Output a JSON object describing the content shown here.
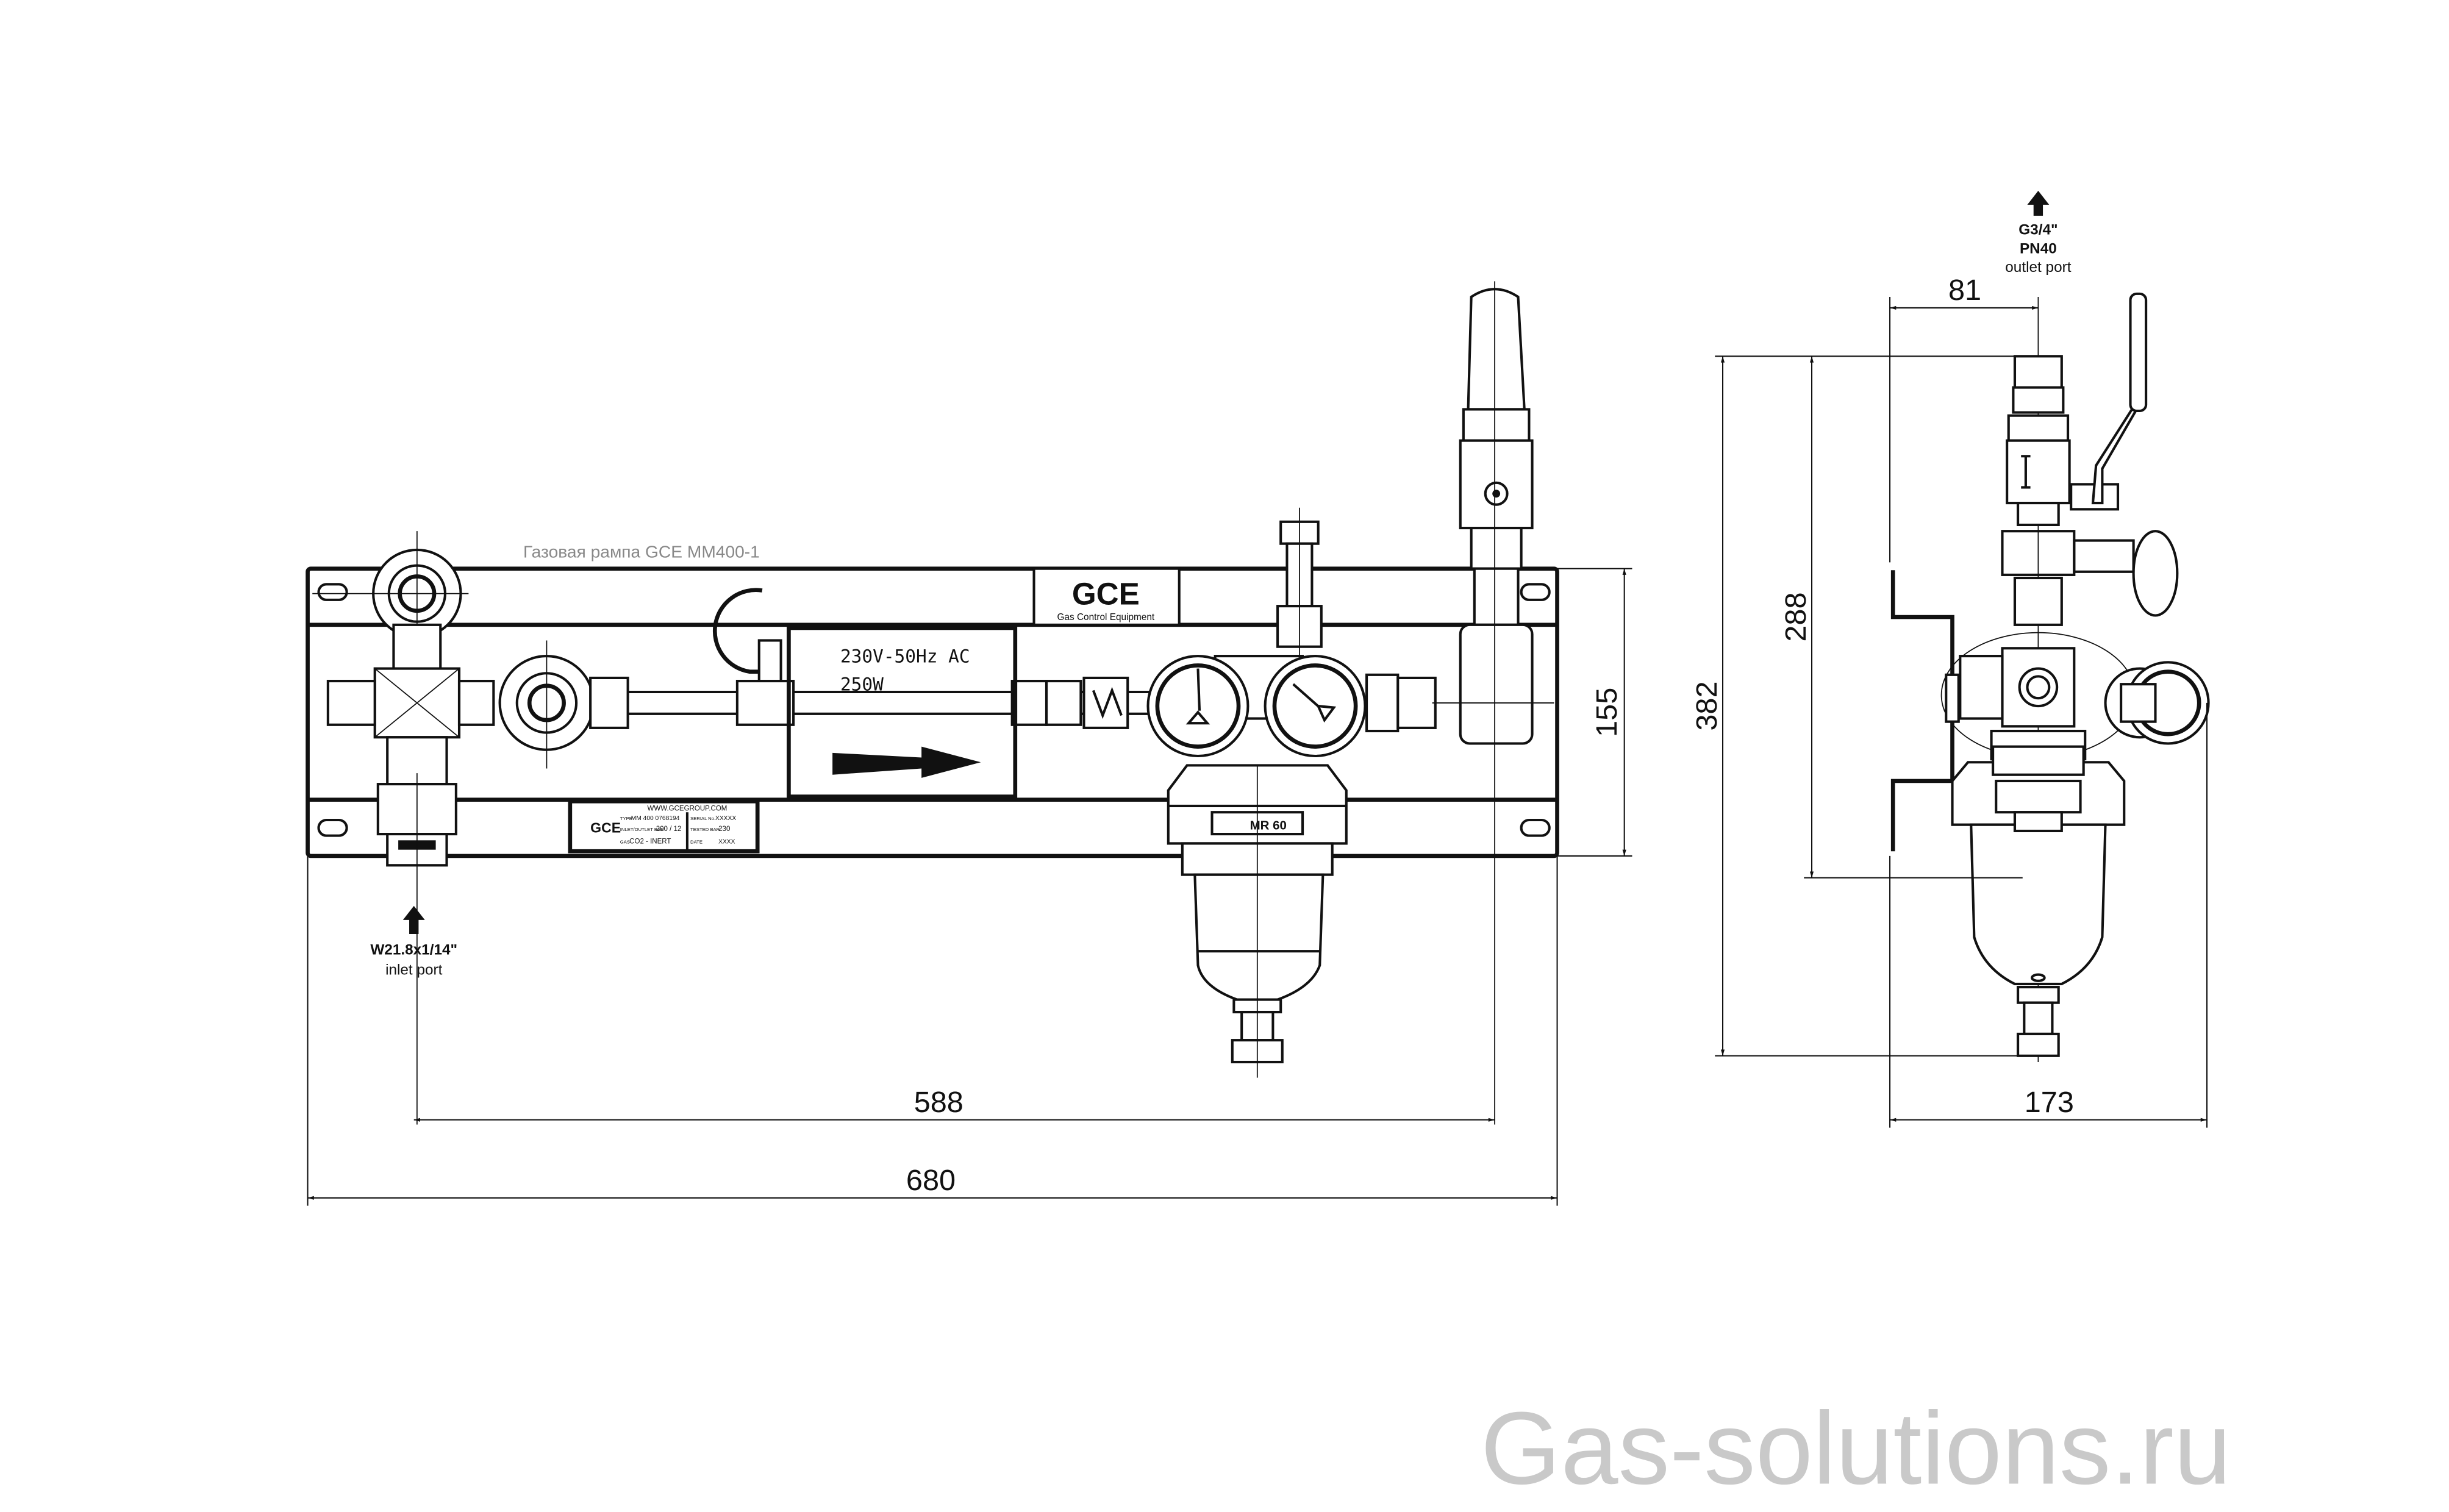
{
  "drawing": {
    "title": "Газовая рампа GCE MM400-1",
    "brand_logo": "GCE",
    "brand_tagline": "Gas Control Equipment",
    "solenoid": {
      "voltage": "230V-50Hz AC",
      "power": "250W"
    },
    "regulator_label": "MR 60",
    "inlet": {
      "thread": "W21.8x1/14\"",
      "label": "inlet port"
    },
    "outlet": {
      "thread": "G3/4\"",
      "pressure": "PN40",
      "label": "outlet port"
    },
    "nameplate": {
      "website": "WWW.GCEGROUP.COM",
      "type_label": "TYPE",
      "type_value": "MM 400 0768194",
      "serial_label": "SERIAL No.",
      "serial_value": "XXXXX",
      "inout_label": "INLET/OUTLET BAR",
      "inout_value": "200 / 12",
      "tested_label": "TESTED BAR",
      "tested_value": "230",
      "gas_label": "GAS",
      "gas_value": "CO2 - INERT",
      "date_label": "DATE",
      "date_value": "XXXX"
    },
    "dimensions": {
      "inlet_to_outlet_width": "588",
      "overall_width": "680",
      "panel_height": "155",
      "overall_height": "382",
      "outlet_height": "288",
      "outlet_offset": "81",
      "depth": "173"
    }
  },
  "watermark": "Gas-solutions.ru"
}
